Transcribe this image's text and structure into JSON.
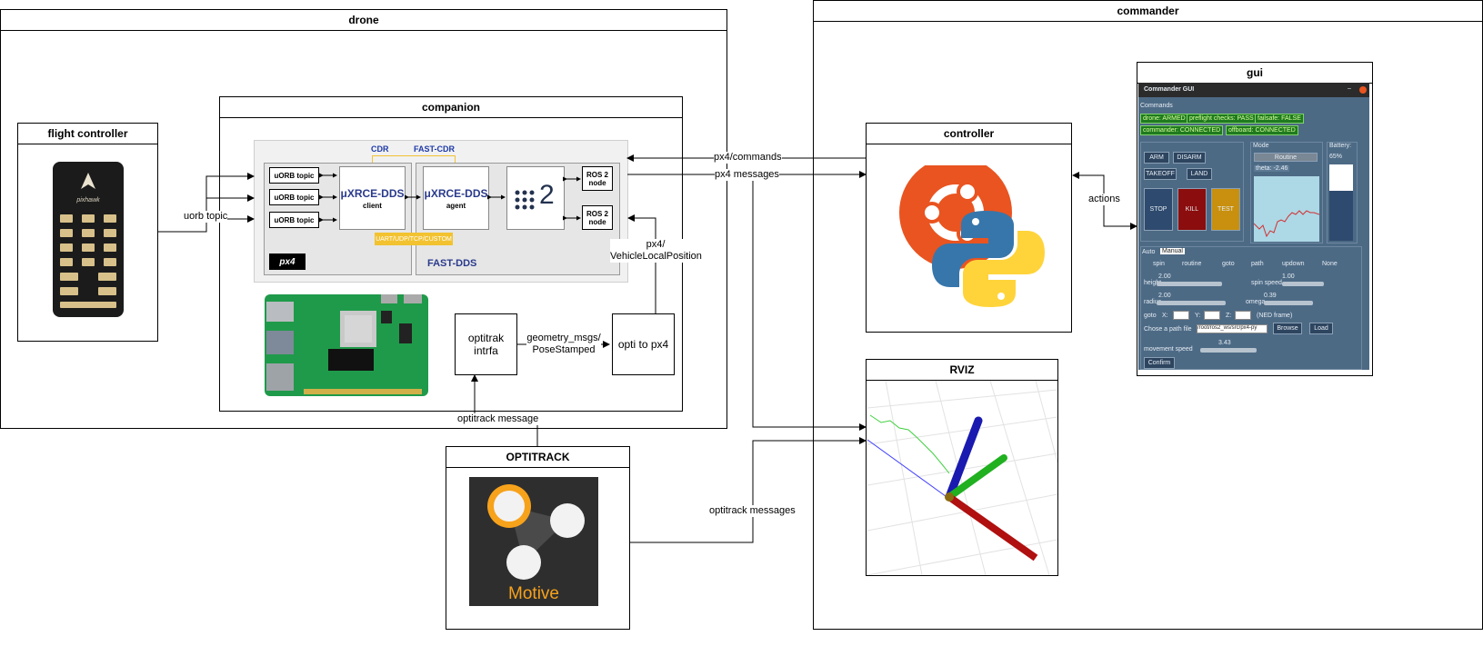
{
  "drone": {
    "title": "drone"
  },
  "commander": {
    "title": "commander"
  },
  "flight_controller": {
    "title": "flight controller",
    "board_text": "pixhawk"
  },
  "companion": {
    "title": "companion",
    "cdr": "CDR",
    "fast_cdr": "FAST-CDR",
    "uorb_topics": [
      "uORB topic",
      "uORB topic",
      "uORB topic"
    ],
    "xrce_client_main": "μXRCE-DDS",
    "xrce_client_sub": "client",
    "xrce_agent_main": "μXRCE-DDS",
    "xrce_agent_sub": "agent",
    "ros2_number": "2",
    "ros2_nodes": [
      "ROS 2 node",
      "ROS 2 node"
    ],
    "transport": "UART/UDP/TCP/CUSTOM",
    "px4_logo": "px4",
    "fast_dds": "FAST-DDS",
    "optitrak_intrfa": "optitrak intrfa",
    "opti_to_px4": "opti to px4"
  },
  "edges": {
    "uorb_topic": "uorb topic",
    "px4_commands": "px4/commands",
    "px4_messages": "px4 messages",
    "vehicle_local_position": "px4/ VehicleLocalPosition",
    "pose_stamped": "geometry_msgs/ PoseStamped",
    "optitrack_message": "optitrack message",
    "optitrack_messages": "optitrack messages",
    "actions": "actions"
  },
  "controller": {
    "title": "controller"
  },
  "rviz": {
    "title": "RVIZ"
  },
  "optitrack": {
    "title": "OPTITRACK",
    "app_name": "Motive"
  },
  "gui": {
    "title": "gui",
    "window_title": "Commander GUI",
    "commands_label": "Commands",
    "status_chips": [
      "drone: ARMED",
      "preflight checks: PASS",
      "failsafe: FALSE",
      "commander: CONNECTED",
      "offboard: CONNECTED"
    ],
    "buttons": {
      "arm": "ARM",
      "disarm": "DISARM",
      "takeoff": "TAKEOFF",
      "land": "LAND",
      "stop": "STOP",
      "kill": "KILL",
      "test": "TEST"
    },
    "mode_label": "Mode",
    "mode_value": "Routine",
    "theta": "theta: -2.46",
    "battery_label": "Battery:",
    "battery_value": "65%",
    "battery_level": 0.65,
    "tabs": [
      "Auto",
      "Manual"
    ],
    "radios": [
      "spin",
      "routine",
      "goto",
      "path",
      "updown",
      "None"
    ],
    "height_label": "height",
    "height_value": "2.00",
    "spin_speed_label": "spin speed",
    "spin_speed_value": "1.00",
    "radius_label": "radius",
    "radius_value": "2.00",
    "omega_label": "omega",
    "omega_value": "0.39",
    "goto_label": "goto",
    "x_label": "X:",
    "y_label": "Y:",
    "z_label": "Z:",
    "ned_label": "(NED frame)",
    "path_label": "Chose a path file",
    "path_value": "/root/ros2_ws/src/px4-py",
    "browse": "Browse",
    "load": "Load",
    "movement_speed_label": "movement speed",
    "movement_speed_value": "3.43",
    "confirm": "Confirm",
    "colors": {
      "panel": "#4d6a85",
      "ok": "#1f7a1f",
      "stop": "#2e4a6e",
      "kill": "#8b0d0d",
      "test": "#c8900e",
      "plot": "#add8e6",
      "plot_line": "#d33030"
    }
  },
  "colors": {
    "ubuntu": "#e95420",
    "python_blue": "#3776ab",
    "python_yellow": "#ffd43b",
    "cdr_blue": "#1e3aa8",
    "transport": "#f2c230",
    "motive_orange": "#f7a21b"
  }
}
